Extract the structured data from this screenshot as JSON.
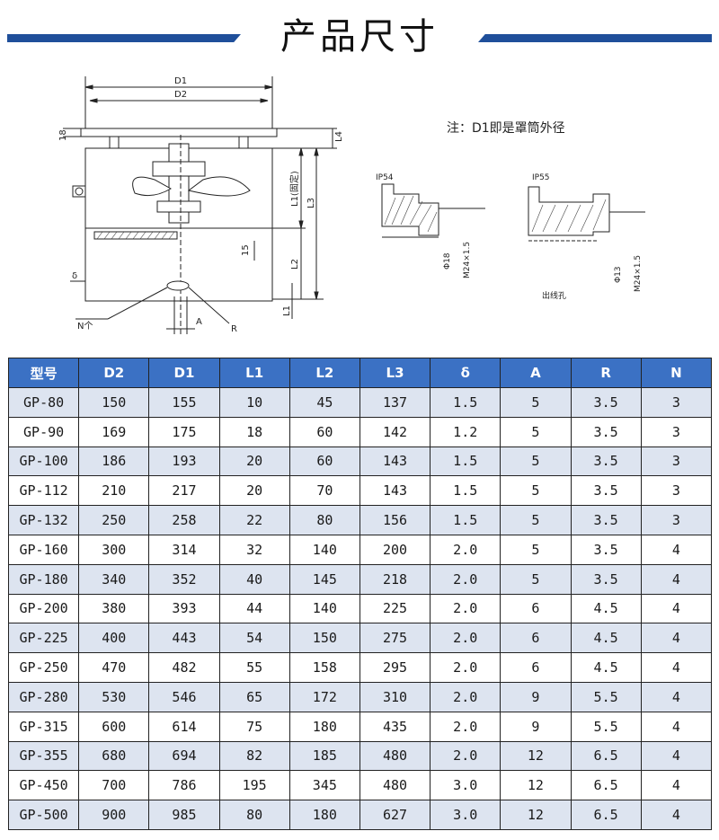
{
  "header": {
    "title": "产品尺寸"
  },
  "note": "注：D1即是罩筒外径",
  "drawing_labels": {
    "d1": "D1",
    "d2": "D2",
    "h18": "18",
    "l4": "L4",
    "l1fixed": "L1(固定)",
    "l3": "L3",
    "l2": "L2",
    "l1": "L1",
    "h15": "15",
    "delta": "δ",
    "n": "N个",
    "a": "A",
    "r": "R",
    "ip54": "IP54",
    "phi18": "Φ18",
    "m24_a": "M24×1.5",
    "ip55": "IP55",
    "phi13": "Φ13",
    "m24_b": "M24×1.5",
    "outlet": "出线孔"
  },
  "table": {
    "headers": [
      "型号",
      "D2",
      "D1",
      "L1",
      "L2",
      "L3",
      "δ",
      "A",
      "R",
      "N"
    ],
    "rows": [
      [
        "GP-80",
        "150",
        "155",
        "10",
        "45",
        "137",
        "1.5",
        "5",
        "3.5",
        "3"
      ],
      [
        "GP-90",
        "169",
        "175",
        "18",
        "60",
        "142",
        "1.2",
        "5",
        "3.5",
        "3"
      ],
      [
        "GP-100",
        "186",
        "193",
        "20",
        "60",
        "143",
        "1.5",
        "5",
        "3.5",
        "3"
      ],
      [
        "GP-112",
        "210",
        "217",
        "20",
        "70",
        "143",
        "1.5",
        "5",
        "3.5",
        "3"
      ],
      [
        "GP-132",
        "250",
        "258",
        "22",
        "80",
        "156",
        "1.5",
        "5",
        "3.5",
        "3"
      ],
      [
        "GP-160",
        "300",
        "314",
        "32",
        "140",
        "200",
        "2.0",
        "5",
        "3.5",
        "4"
      ],
      [
        "GP-180",
        "340",
        "352",
        "40",
        "145",
        "218",
        "2.0",
        "5",
        "3.5",
        "4"
      ],
      [
        "GP-200",
        "380",
        "393",
        "44",
        "140",
        "225",
        "2.0",
        "6",
        "4.5",
        "4"
      ],
      [
        "GP-225",
        "400",
        "443",
        "54",
        "150",
        "275",
        "2.0",
        "6",
        "4.5",
        "4"
      ],
      [
        "GP-250",
        "470",
        "482",
        "55",
        "158",
        "295",
        "2.0",
        "6",
        "4.5",
        "4"
      ],
      [
        "GP-280",
        "530",
        "546",
        "65",
        "172",
        "310",
        "2.0",
        "9",
        "5.5",
        "4"
      ],
      [
        "GP-315",
        "600",
        "614",
        "75",
        "180",
        "435",
        "2.0",
        "9",
        "5.5",
        "4"
      ],
      [
        "GP-355",
        "680",
        "694",
        "82",
        "185",
        "480",
        "2.0",
        "12",
        "6.5",
        "4"
      ],
      [
        "GP-450",
        "700",
        "786",
        "195",
        "345",
        "480",
        "3.0",
        "12",
        "6.5",
        "4"
      ],
      [
        "GP-500",
        "900",
        "985",
        "80",
        "180",
        "627",
        "3.0",
        "12",
        "6.5",
        "4"
      ]
    ]
  },
  "colors": {
    "accent": "#1f4f9a",
    "header_bg": "#3b71c4",
    "row_alt": "#dde4f0"
  }
}
